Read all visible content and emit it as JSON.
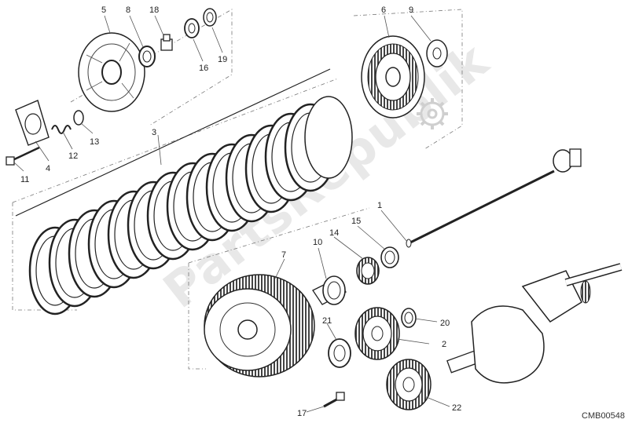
{
  "diagram": {
    "drawing_code": "CMB00548",
    "watermark": "PartsRepublik",
    "part_labels": [
      {
        "ref": "1"
      },
      {
        "ref": "2"
      },
      {
        "ref": "3"
      },
      {
        "ref": "4"
      },
      {
        "ref": "5"
      },
      {
        "ref": "6"
      },
      {
        "ref": "7"
      },
      {
        "ref": "8"
      },
      {
        "ref": "9"
      },
      {
        "ref": "10"
      },
      {
        "ref": "11"
      },
      {
        "ref": "12"
      },
      {
        "ref": "13"
      },
      {
        "ref": "14"
      },
      {
        "ref": "15"
      },
      {
        "ref": "16"
      },
      {
        "ref": "17"
      },
      {
        "ref": "18"
      },
      {
        "ref": "19"
      },
      {
        "ref": "20"
      },
      {
        "ref": "21"
      },
      {
        "ref": "22"
      }
    ],
    "icons": [
      "gear-icon"
    ]
  }
}
